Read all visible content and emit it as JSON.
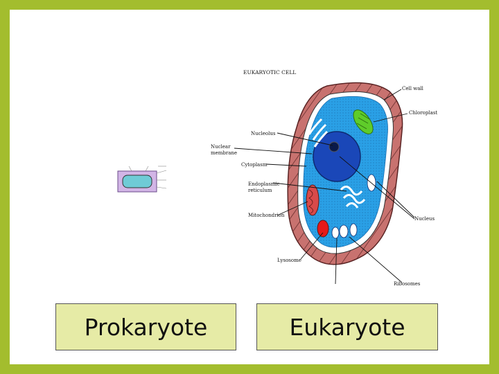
{
  "slide": {
    "prokaryote_label": "Prokaryote",
    "eukaryote_label": "Eukaryote"
  },
  "eukaryotic_diagram": {
    "title": "EUKARYOTIC CELL",
    "labels": {
      "cell_wall": "Cell wall",
      "chloroplast": "Chloroplast",
      "nucleolus": "Nucleolus",
      "nuclear_membrane_1": "Nuclear",
      "nuclear_membrane_2": "membrane",
      "cytoplasm": "Cytoplasm",
      "er_1": "Endoplasmic",
      "er_2": "reticulum",
      "mitochondrion": "Mitochondrion",
      "nucleus": "Nucleus",
      "lysosome": "Lysosome",
      "ribosomes": "Ribosomes"
    }
  },
  "colors": {
    "frame": "#a3bd2e",
    "box_fill": "#e6eba6",
    "cell_wall": "#c8726f",
    "cytoplasm": "#2aa0e6",
    "nucleus": "#1a47b8",
    "chloroplast": "#5fcc2a",
    "lysosome": "#e61919"
  }
}
